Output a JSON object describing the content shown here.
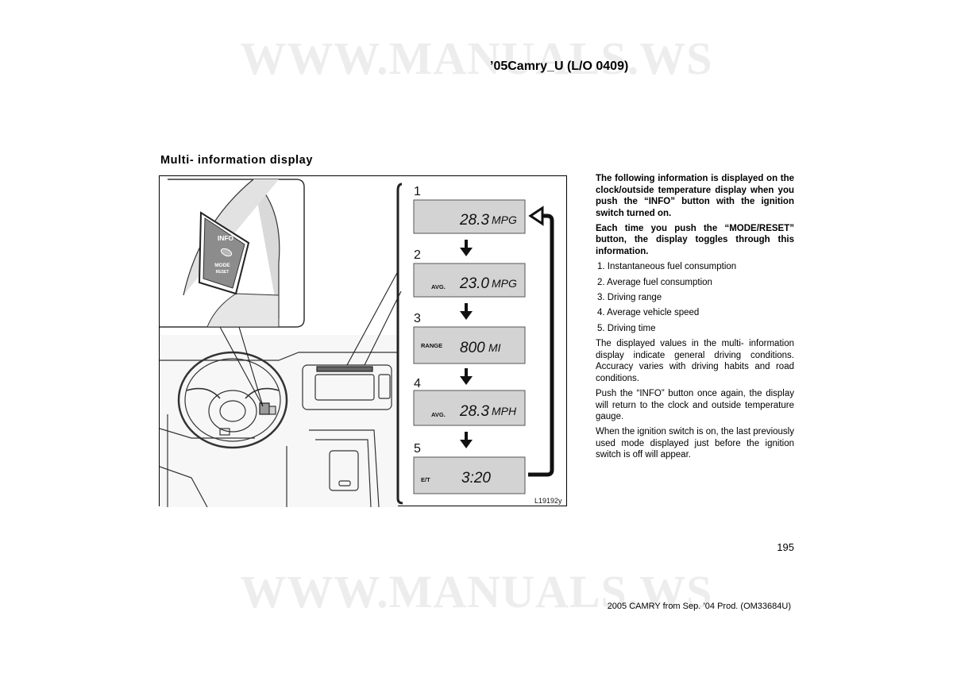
{
  "watermark": {
    "text": "WWW.MANUALS.WS"
  },
  "header": {
    "code": "’05Camry_U (L/O 0409)"
  },
  "section": {
    "title": "Multi- information display"
  },
  "figure": {
    "code": "L19192y",
    "buttons": {
      "info": "INFO",
      "mode": "MODE",
      "reset": "RESET"
    },
    "displays": [
      {
        "step": "1",
        "label": "",
        "value": "28.3",
        "unit": "MPG"
      },
      {
        "step": "2",
        "label": "AVG.",
        "value": "23.0",
        "unit": "MPG"
      },
      {
        "step": "3",
        "label": "RANGE",
        "value": "800",
        "unit": "MI"
      },
      {
        "step": "4",
        "label": "AVG.",
        "value": "28.3",
        "unit": "MPH"
      },
      {
        "step": "5",
        "label": "E/T",
        "value": "3:20",
        "unit": ""
      }
    ]
  },
  "body": {
    "intro1": "The following information is displayed on the clock/outside temperature display when you push the “INFO” button with the ignition switch turned on.",
    "intro2": "Each time you push the “MODE/RESET” button, the display toggles through this information.",
    "list": [
      "1. Instantaneous fuel consumption",
      "2. Average fuel consumption",
      "3. Driving range",
      "4. Average vehicle speed",
      "5. Driving time"
    ],
    "para1": "The displayed values in the multi- information display indicate general driving conditions. Accuracy varies with driving habits and road conditions.",
    "para2": "Push the “INFO” button once again, the display will return to the clock and outside temperature gauge.",
    "para3": "When the ignition switch is on, the last previously used mode displayed just before the ignition switch is off will appear."
  },
  "footer": {
    "page_number": "195",
    "text": "2005 CAMRY from Sep. ’04 Prod. (OM33684U)"
  }
}
